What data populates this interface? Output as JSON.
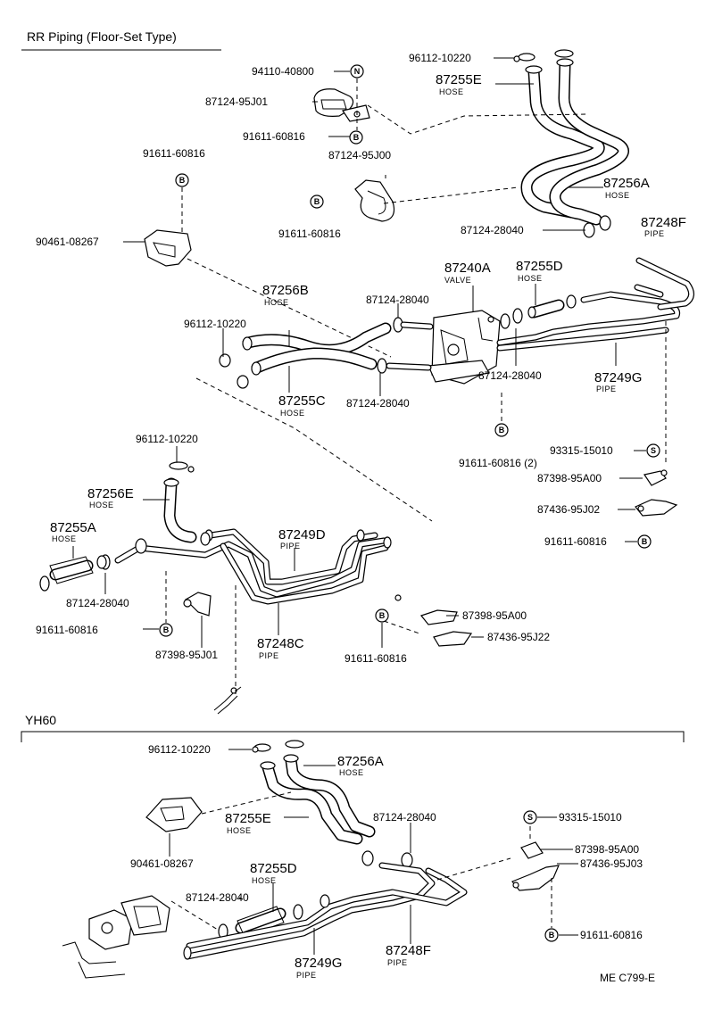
{
  "title": "RR Piping (Floor-Set Type)",
  "section_yh60": "YH60",
  "footer_code": "ME  C799-E",
  "symbols": {
    "bolt": "B",
    "screw": "S",
    "nut": "N"
  },
  "labels_top": {
    "l94110": "94110-40800",
    "l87124_95j01": "87124-95J01",
    "l91611_a": "91611-60816",
    "l91611_b": "91611-60816",
    "l87124_95j00": "87124-95J00",
    "l91611_c": "91611-60816",
    "l90461": "90461-08267",
    "l96112_a": "96112-10220",
    "l87255e": "87255E",
    "l87255e_sub": "HOSE",
    "l87256a": "87256A",
    "l87256a_sub": "HOSE",
    "l87124_28040_a": "87124-28040",
    "l87248f": "87248F",
    "l87248f_sub": "PIPE",
    "l87240a": "87240A",
    "l87240a_sub": "VALVE",
    "l87255d": "87255D",
    "l87255d_sub": "HOSE",
    "l87256b": "87256B",
    "l87256b_sub": "HOSE",
    "l87124_28040_b": "87124-28040",
    "l96112_b": "96112-10220",
    "l87255c": "87255C",
    "l87255c_sub": "HOSE",
    "l87124_28040_c": "87124-28040",
    "l87124_28040_d": "87124-28040",
    "l87249g": "87249G",
    "l87249g_sub": "PIPE",
    "l91611_d": "91611-60816 (2)",
    "l93315": "93315-15010",
    "l87398_95a00_a": "87398-95A00"
  },
  "labels_mid": {
    "l96112_c": "96112-10220",
    "l87256e": "87256E",
    "l87256e_sub": "HOSE",
    "l87255a": "87255A",
    "l87255a_sub": "HOSE",
    "l87249d": "87249D",
    "l87249d_sub": "PIPE",
    "l87124_28040_e": "87124-28040",
    "l91611_e": "91611-60816",
    "l87398_95j01": "87398-95J01",
    "l87248c": "87248C",
    "l87248c_sub": "PIPE",
    "l87436_95j02": "87436-95J02",
    "l91611_f": "91611-60816",
    "l87398_95a00_b": "87398-95A00",
    "l87436_95j22": "87436-95J22",
    "l91611_g": "91611-60816"
  },
  "labels_yh60": {
    "l96112_d": "96112-10220",
    "l87256a": "87256A",
    "l87256a_sub": "HOSE",
    "l87255e": "87255E",
    "l87255e_sub": "HOSE",
    "l87124_28040_f": "87124-28040",
    "l90461": "90461-08267",
    "l87255d": "87255D",
    "l87255d_sub": "HOSE",
    "l87124_28040_g": "87124-28040",
    "l93315": "93315-15010",
    "l87398_95a00": "87398-95A00",
    "l87436_95j03": "87436-95J03",
    "l91611_h": "91611-60816",
    "l87249g": "87249G",
    "l87249g_sub": "PIPE",
    "l87248f": "87248F",
    "l87248f_sub": "PIPE"
  }
}
